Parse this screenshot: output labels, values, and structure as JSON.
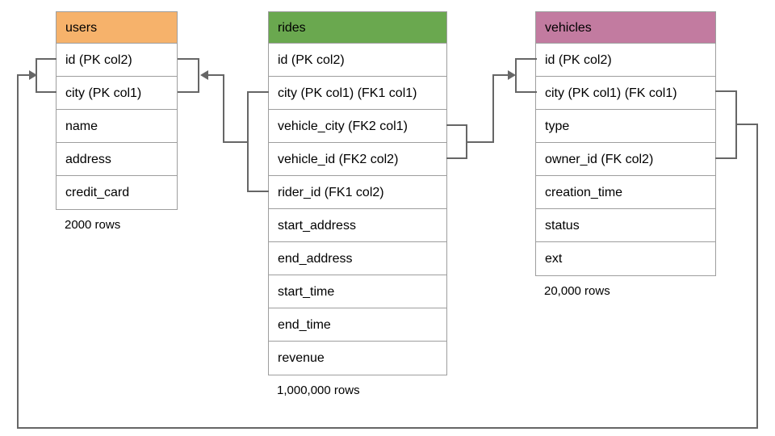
{
  "diagram": {
    "colors": {
      "line": "#666666",
      "table_border": "#9e9e9e",
      "users_header": "#F6B26B",
      "rides_header": "#6AA84F",
      "vehicles_header": "#C27BA0"
    },
    "tables": {
      "users": {
        "title": "users",
        "columns": [
          "id (PK col2)",
          "city (PK col1)",
          "name",
          "address",
          "credit_card"
        ],
        "rows_caption": "2000 rows"
      },
      "rides": {
        "title": "rides",
        "columns": [
          "id (PK col2)",
          "city (PK col1) (FK1 col1)",
          "vehicle_city (FK2 col1)",
          "vehicle_id (FK2 col2)",
          "rider_id (FK1 col2)",
          "start_address",
          "end_address",
          "start_time",
          "end_time",
          "revenue"
        ],
        "rows_caption": "1,000,000 rows"
      },
      "vehicles": {
        "title": "vehicles",
        "columns": [
          "id (PK col2)",
          "city (PK col1) (FK col1)",
          "type",
          "owner_id (FK col2)",
          "creation_time",
          "status",
          "ext"
        ],
        "rows_caption": "20,000 rows"
      }
    },
    "relationships": [
      {
        "from": "rides FK1 (city, rider_id)",
        "to": "users (id, city)"
      },
      {
        "from": "rides FK2 (vehicle_city, vehicle_id)",
        "to": "vehicles (id, city)"
      },
      {
        "from": "vehicles FK (city, owner_id)",
        "to": "users (id, city)"
      }
    ]
  }
}
